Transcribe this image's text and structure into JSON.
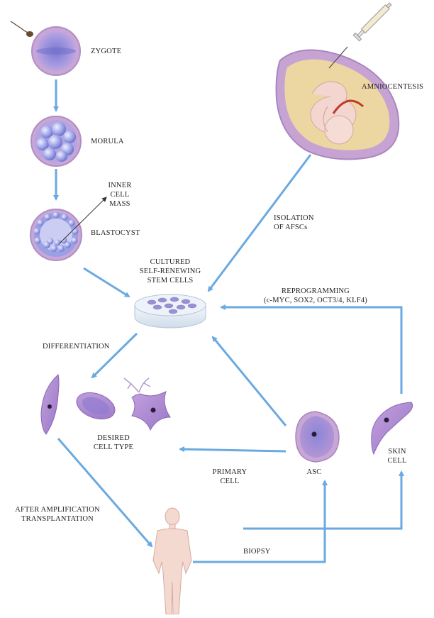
{
  "labels": {
    "zygote": "ZYGOTE",
    "morula": "MORULA",
    "inner_cell_mass": [
      "INNER",
      "CELL",
      "MASS"
    ],
    "blastocyst": "BLASTOCYST",
    "amniocentesis": "AMNIOCENTESIS",
    "isolation": [
      "ISOLATION",
      "OF AFSCs"
    ],
    "cultured": [
      "CULTURED",
      "SELF-RENEWING",
      "STEM CELLS"
    ],
    "reprogramming": [
      "REPROGRAMMING",
      "(c-MYC, SOX2, OCT3/4, KLF4)"
    ],
    "differentiation": "DIFFERENTIATION",
    "desired_cell_type": [
      "DESIRED",
      "CELL TYPE"
    ],
    "primary_cell": [
      "PRIMARY",
      "CELL"
    ],
    "asc": "ASC",
    "skin_cell": [
      "SKIN",
      "CELL"
    ],
    "after_amplification": [
      "AFTER AMPLIFICATION",
      "TRANSPLANTATION"
    ],
    "biopsy": "BIOPSY"
  },
  "colors": {
    "arrow": "#6aaae0",
    "cell_outer": "#b48ac8",
    "cell_inner": "#a48cd4",
    "cell_dark": "#8a68b8",
    "nucleus": "#2b1c38",
    "dish": "#e2eaf2",
    "womb": "#e8d09a",
    "skin": "#f3d9d0"
  }
}
